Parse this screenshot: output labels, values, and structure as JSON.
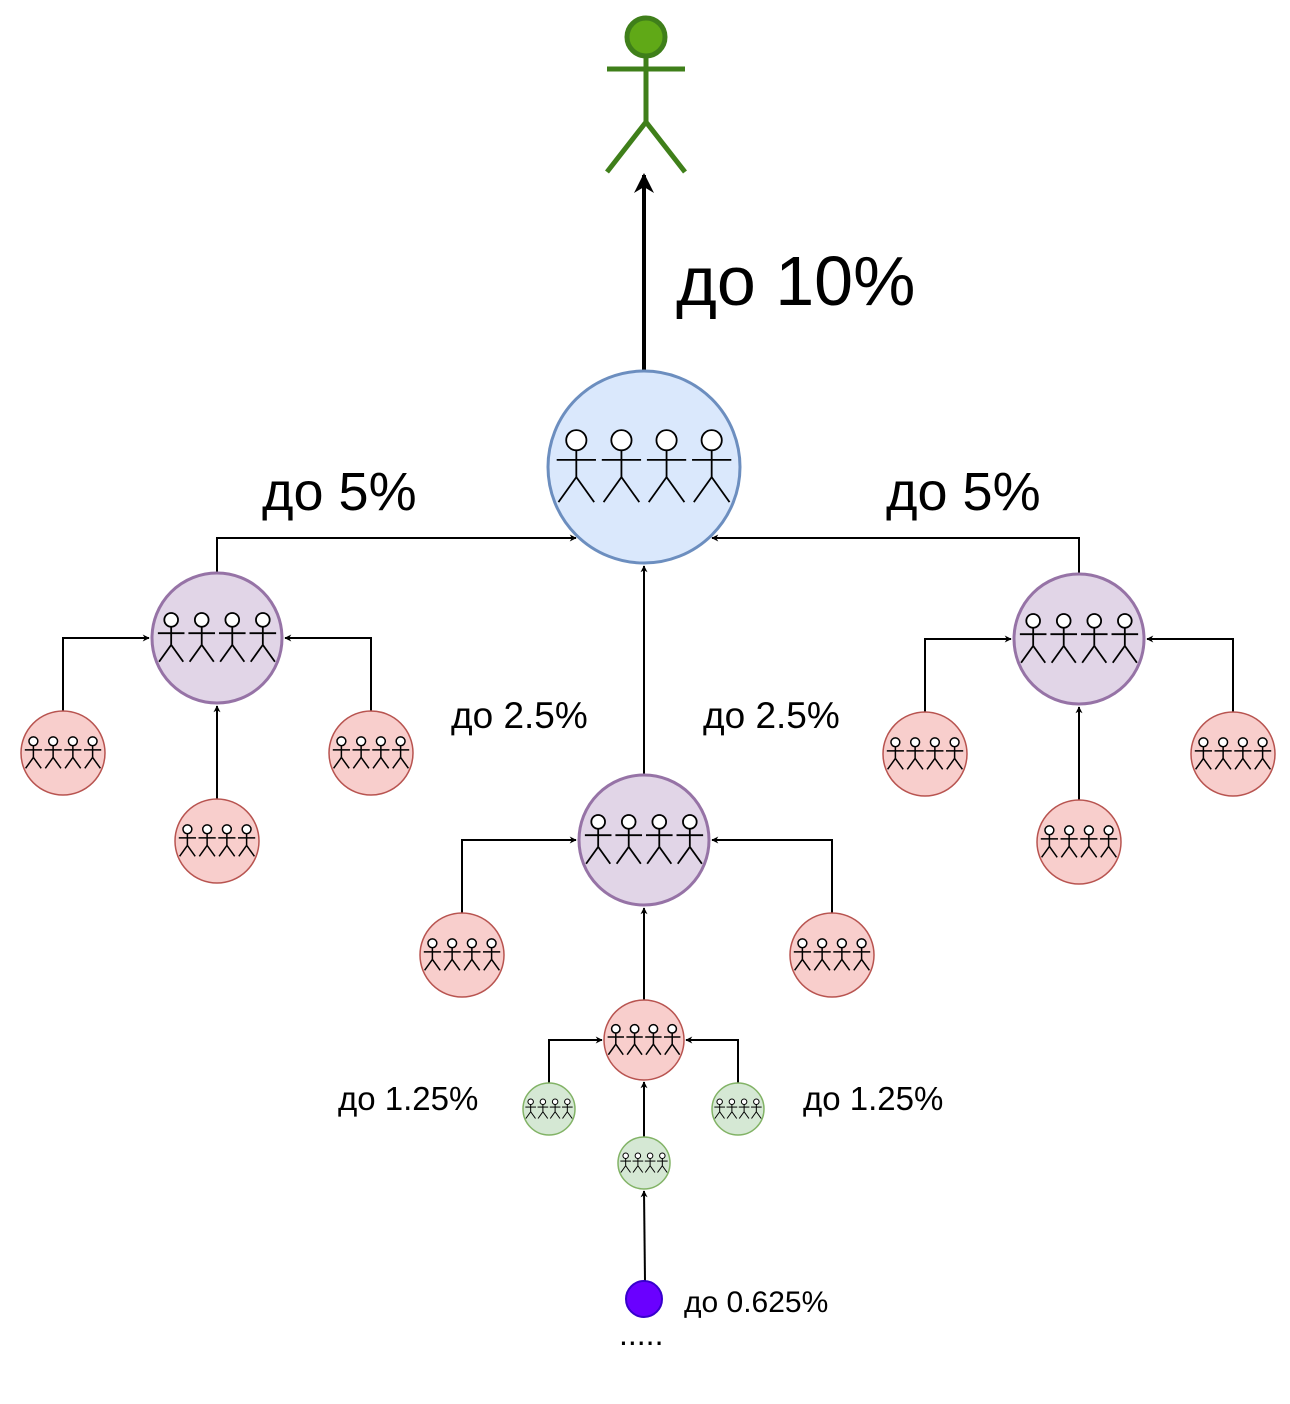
{
  "labels": {
    "top": "до 10%",
    "level1_left": "до 5%",
    "level1_right": "до 5%",
    "level2_left": "до 2.5%",
    "level2_right": "до 2.5%",
    "level3_left": "до 1.25%",
    "level3_right": "до 1.25%",
    "level4": "до 0.625%",
    "ellipsis": "....."
  },
  "colors": {
    "person": "#3f7f1a",
    "person_head": "#60a917",
    "blue_fill": "#dae8fc",
    "blue_stroke": "#6c8ebf",
    "purple_fill": "#e1d5e7",
    "purple_stroke": "#9673a6",
    "red_fill": "#f8cecc",
    "red_stroke": "#b85450",
    "green_fill": "#d5e8d4",
    "green_stroke": "#82b366",
    "dot_fill": "#6a00ff",
    "dot_stroke": "#3700cc"
  }
}
